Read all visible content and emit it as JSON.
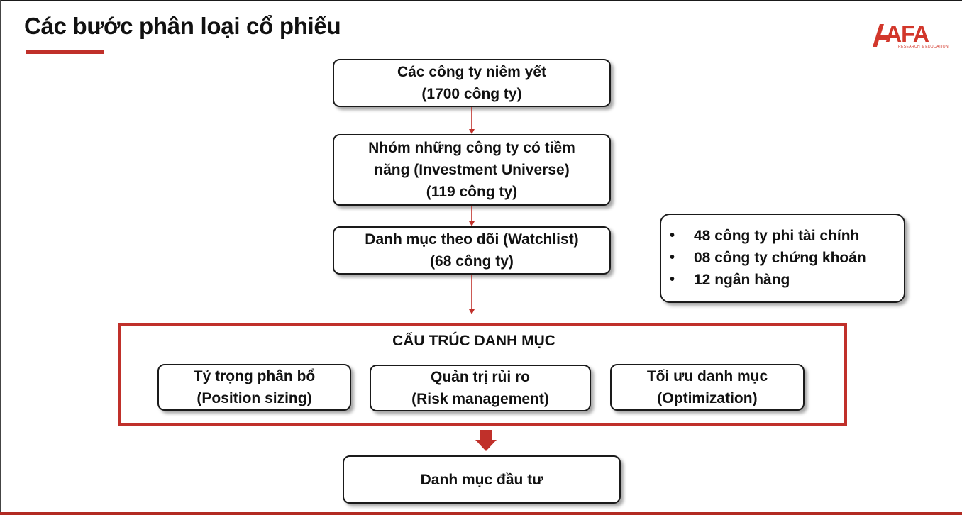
{
  "slide": {
    "title": "Các bước phân loại cổ phiếu"
  },
  "logo": {
    "text": "AFA",
    "subtitle": "RESEARCH & EDUCATION",
    "color": "#d2372b"
  },
  "flow": {
    "listed": {
      "line1": "Các công ty niêm yết",
      "line2": "(1700 công ty)"
    },
    "universe": {
      "line1": "Nhóm những công ty có tiềm",
      "line2": "năng (Investment Universe)",
      "line3": "(119 công ty)"
    },
    "watchlist": {
      "line1": "Danh mục theo dõi (Watchlist)",
      "line2": "(68 công ty)"
    }
  },
  "breakdown": {
    "items": [
      "48 công ty phi tài chính",
      "08 công ty chứng khoán",
      "12 ngân hàng"
    ],
    "bullet": "•"
  },
  "structure": {
    "title": "CẤU TRÚC DANH MỤC",
    "components": [
      {
        "line1": "Tỷ trọng phân bổ",
        "line2": "(Position sizing)"
      },
      {
        "line1": "Quản trị rủi ro",
        "line2": "(Risk management)"
      },
      {
        "line1": "Tối ưu danh mục",
        "line2": "(Optimization)"
      }
    ]
  },
  "result": {
    "label": "Danh mục đầu tư"
  },
  "colors": {
    "accent": "#c0302a",
    "border": "#1a1a1a"
  }
}
